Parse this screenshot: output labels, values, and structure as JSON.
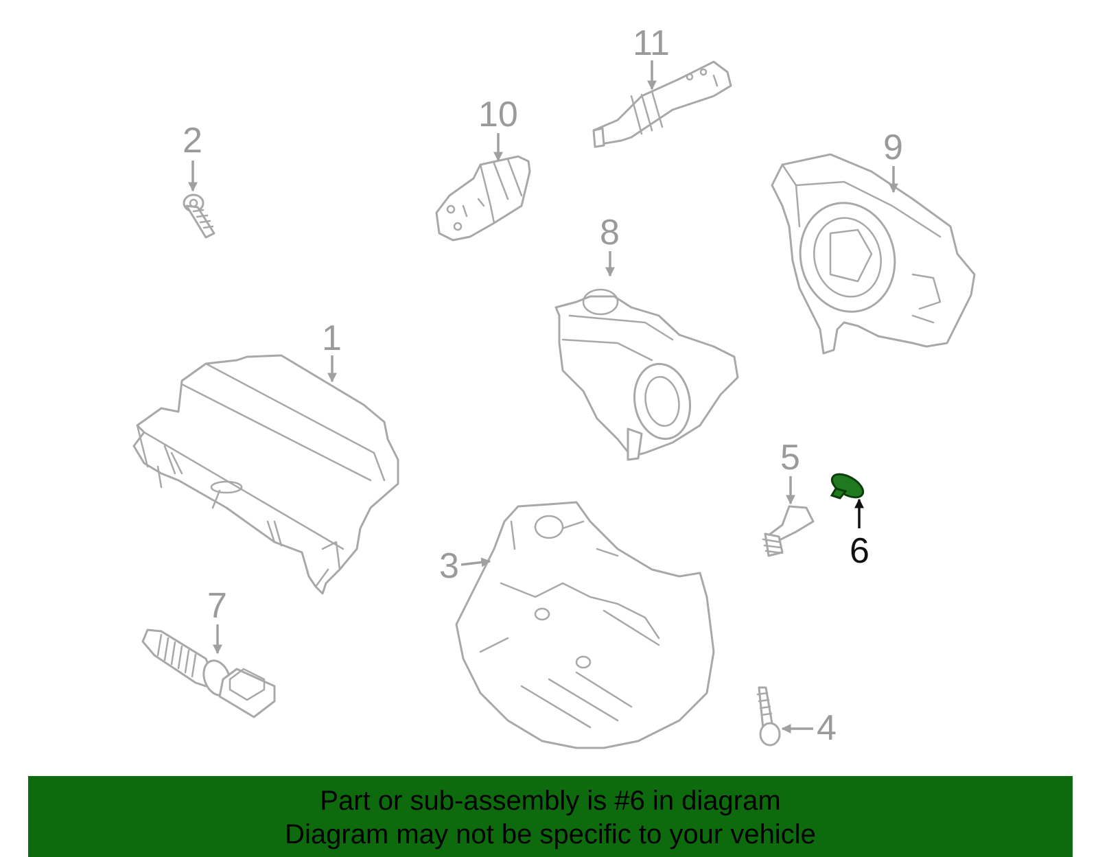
{
  "colors": {
    "outline": "#a8a8a8",
    "highlight_fill": "#1f7a1f",
    "banner_bg": "#0d6b0d",
    "banner_text": "#000000"
  },
  "callouts": [
    {
      "label": "1",
      "highlighted": false
    },
    {
      "label": "2",
      "highlighted": false
    },
    {
      "label": "3",
      "highlighted": false
    },
    {
      "label": "4",
      "highlighted": false
    },
    {
      "label": "5",
      "highlighted": false
    },
    {
      "label": "6",
      "highlighted": true
    },
    {
      "label": "7",
      "highlighted": false
    },
    {
      "label": "8",
      "highlighted": false
    },
    {
      "label": "9",
      "highlighted": false
    },
    {
      "label": "10",
      "highlighted": false
    },
    {
      "label": "11",
      "highlighted": false
    }
  ],
  "banner": {
    "line1": "Part or sub-assembly is #6 in diagram",
    "line2": "Diagram may not be specific to your vehicle"
  }
}
